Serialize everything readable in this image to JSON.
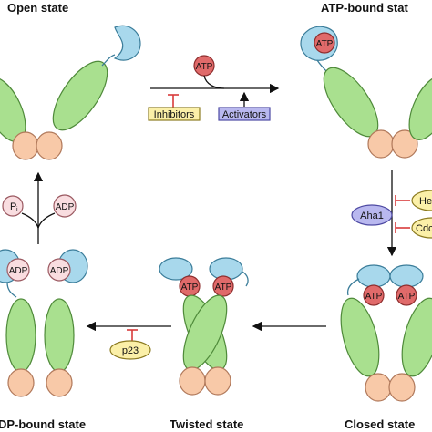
{
  "states": {
    "open": "Open state",
    "atp_bound": "ATP-bound stat",
    "closed": "Closed state",
    "twisted": "Twisted state",
    "adp_bound": "DP-bound state"
  },
  "molecules": {
    "atp": "ATP",
    "adp": "ADP",
    "pi_main": "P",
    "pi_sub": "i"
  },
  "regulators": {
    "inhibitors": "Inhibitors",
    "activators": "Activators",
    "aha1": "Aha1",
    "he": "He",
    "cdc": "Cdc",
    "p23": "p23"
  },
  "colors": {
    "middle_domain": "#a9e08f",
    "n_terminal": "#a8d8ec",
    "c_terminal": "#f8c9a8",
    "atp": "#e06a6a",
    "inhibitor": "#d93b3b"
  }
}
